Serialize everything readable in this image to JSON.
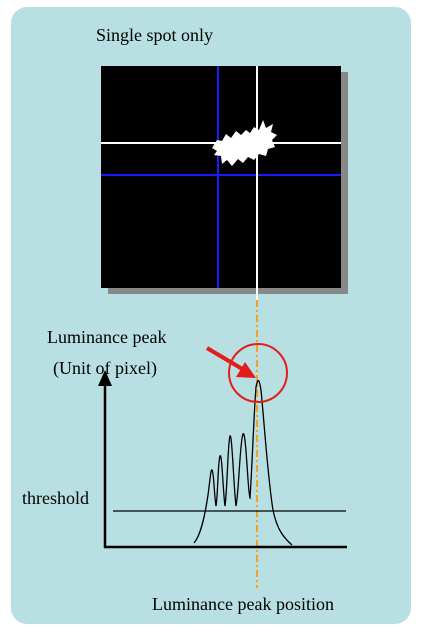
{
  "diagram": {
    "title": "Single spot only",
    "peak_label": "Luminance peak",
    "peak_unit": "(Unit of pixel)",
    "threshold_label": "threshold",
    "position_label": "Luminance peak position"
  },
  "colors": {
    "panel_bg": "#b8e0e2",
    "image_bg": "#000000",
    "shadow": "#888888",
    "crosshair_blue": "#1a1aff",
    "crosshair_white": "#ffffff",
    "guide_line": "#f5a020",
    "highlight": "#e51c1c"
  }
}
